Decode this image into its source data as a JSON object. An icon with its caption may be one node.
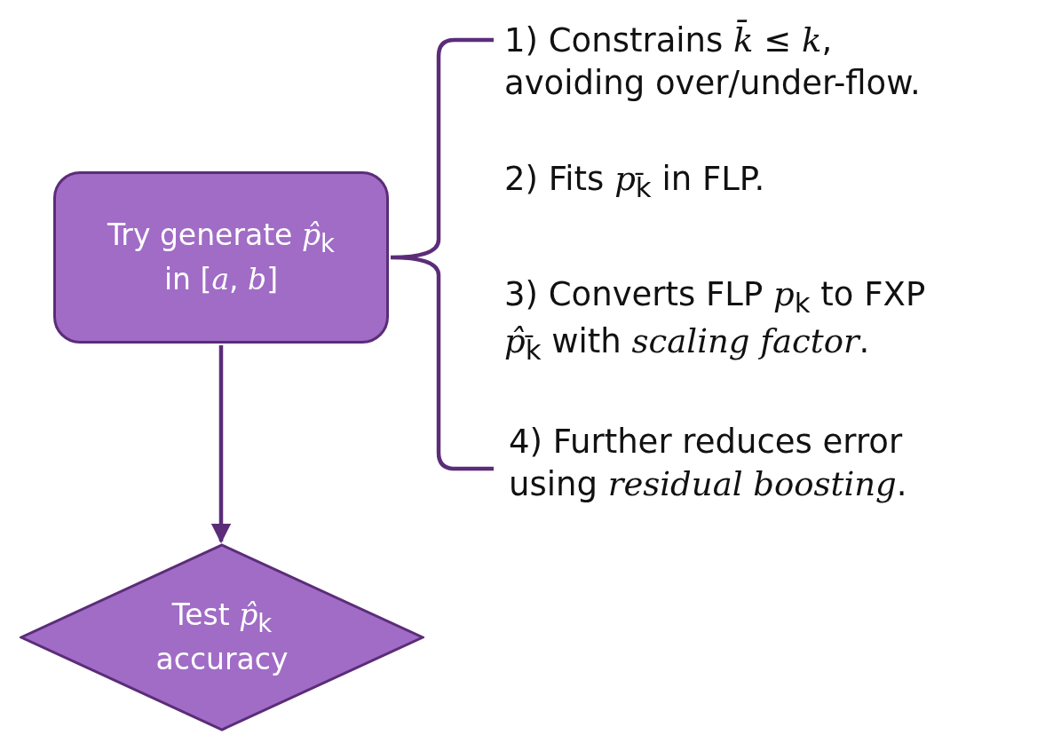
{
  "diagram": {
    "nodes": [
      {
        "text": [
          "Try generate *p̂*$_{k}$ in [*a*, *b*]"
        ]
      },
      {
        "text": [
          "Test *p̂*$_{k}$ accuracy"
        ]
      }
    ],
    "edges": [
      {
        "from": 0,
        "to": 1,
        "arrow": "to"
      }
    ],
    "labels": [
      "1) Constrains *k̄* ≤ *k*, avoiding over/under-flow.",
      "2) Fits *p*$_{k̄}$ in FLP.",
      "3) Converts FLP *p*$_{k}$ to FXP *p̂*$_{k̄}$ with *scaling factor*.",
      "4) Further reduces error using *residual boosting*."
    ]
  }
}
